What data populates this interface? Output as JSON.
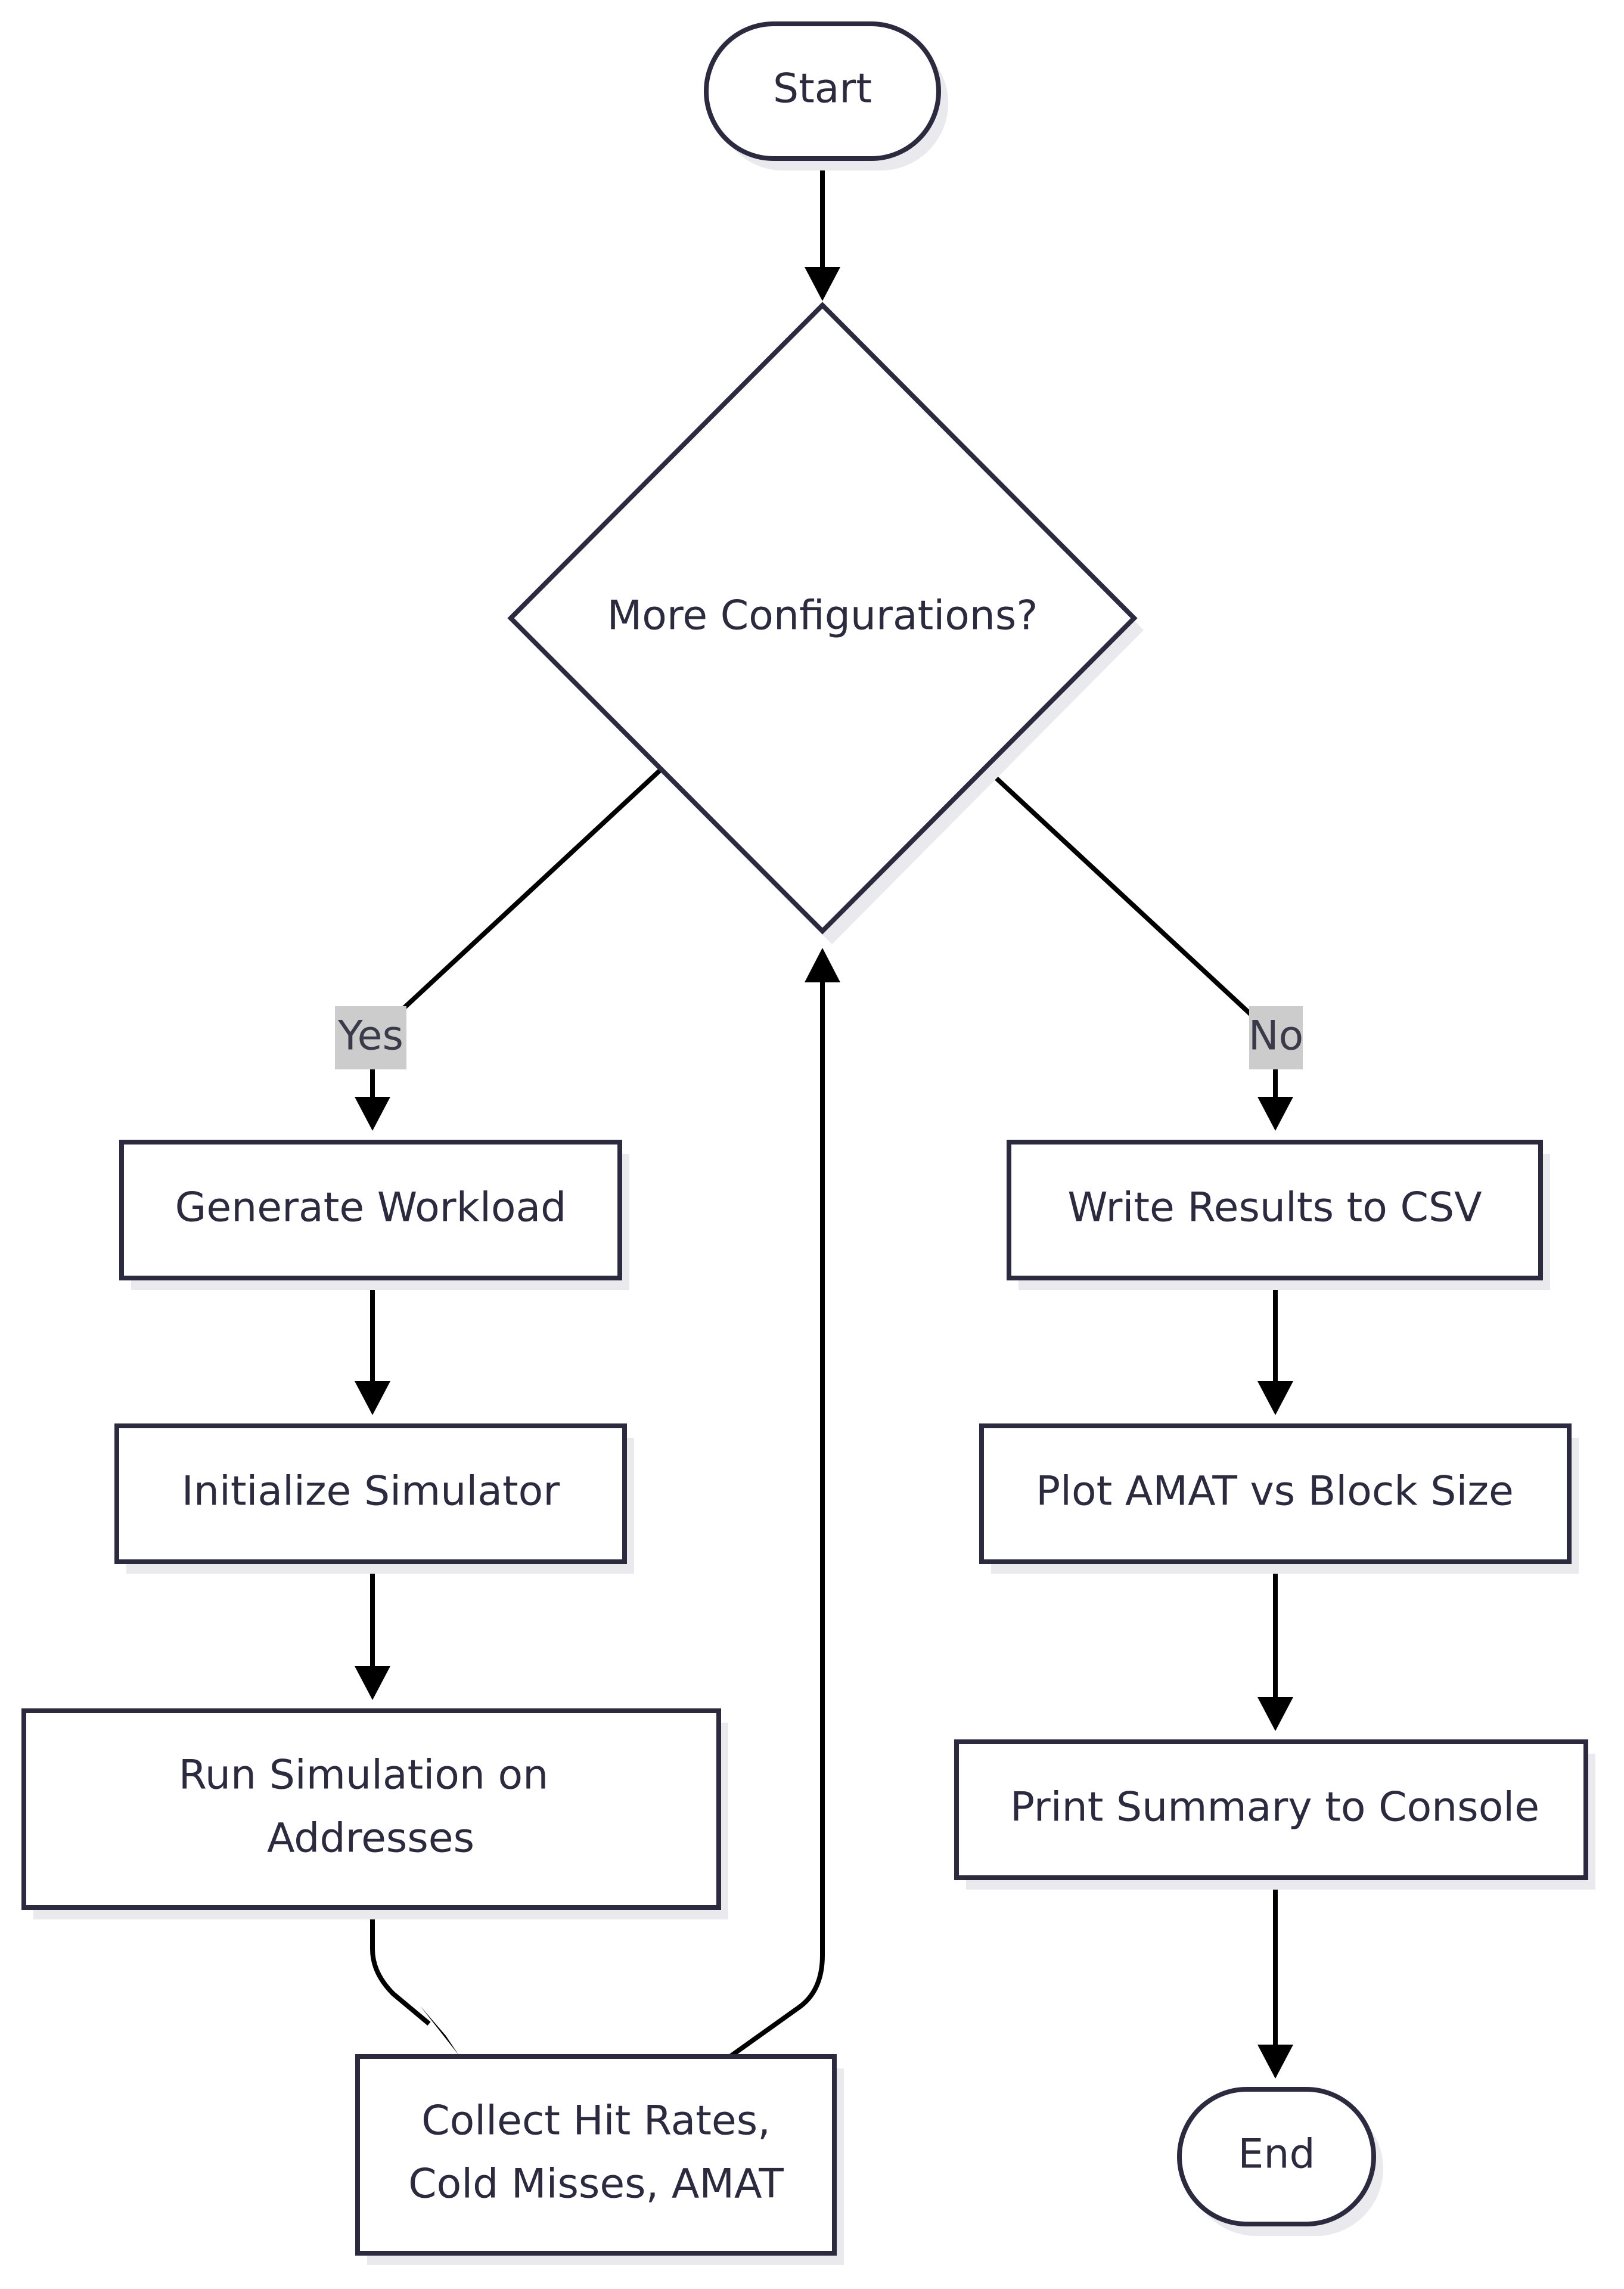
{
  "diagram": {
    "nodes": {
      "start": "Start",
      "decision": "More Configurations?",
      "generate": "Generate Workload",
      "init": "Initialize Simulator",
      "run_line1": "Run Simulation on",
      "run_line2": "Addresses",
      "collect_line1": "Collect Hit Rates,",
      "collect_line2": "Cold Misses, AMAT",
      "write": "Write Results to CSV",
      "plot": "Plot AMAT vs Block Size",
      "print": "Print Summary to Console",
      "end": "End"
    },
    "edge_labels": {
      "yes": "Yes",
      "no": "No"
    }
  }
}
